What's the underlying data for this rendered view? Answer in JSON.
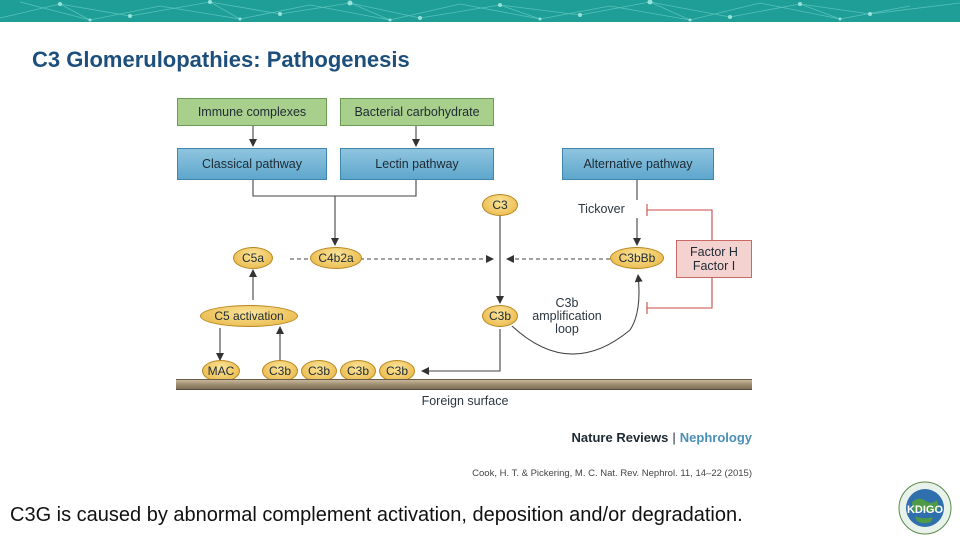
{
  "slide": {
    "title": "C3 Glomerulopathies: Pathogenesis",
    "caption": "C3G is caused by abnormal complement activation, deposition and/or degradation."
  },
  "diagram": {
    "triggers": {
      "immune_complexes": "Immune complexes",
      "bacterial_carbohydrate": "Bacterial carbohydrate"
    },
    "pathways": {
      "classical": "Classical pathway",
      "lectin": "Lectin pathway",
      "alternative": "Alternative pathway"
    },
    "molecules": {
      "c3": "C3",
      "c5a": "C5a",
      "c4b2a": "C4b2a",
      "c3bbb": "C3bBb",
      "c5_activation": "C5 activation",
      "c3b": "C3b",
      "mac": "MAC",
      "c3b_deposit_1": "C3b",
      "c3b_deposit_2": "C3b",
      "c3b_deposit_3": "C3b",
      "c3b_deposit_4": "C3b"
    },
    "regulators": {
      "factor_h": "Factor H",
      "factor_i": "Factor I"
    },
    "labels": {
      "tickover": "Tickover",
      "amplification_1": "C3b",
      "amplification_2": "amplification",
      "amplification_3": "loop",
      "foreign_surface": "Foreign surface"
    },
    "journal": {
      "name": "Nature Reviews",
      "section": "Nephrology"
    },
    "citation": "Cook, H. T. & Pickering, M. C. Nat. Rev. Nephrol. 11, 14–22 (2015)"
  },
  "logo": {
    "text": "KDIGO"
  },
  "colors": {
    "banner": "#1f9e98",
    "title": "#1d4f7c",
    "trigger_box": "#a9cf8c",
    "pathway_box": "#5ea7cc",
    "molecule": "#e7b23d",
    "regulator_box": "#f4d2cf",
    "inhibition_line": "#c94a44"
  }
}
